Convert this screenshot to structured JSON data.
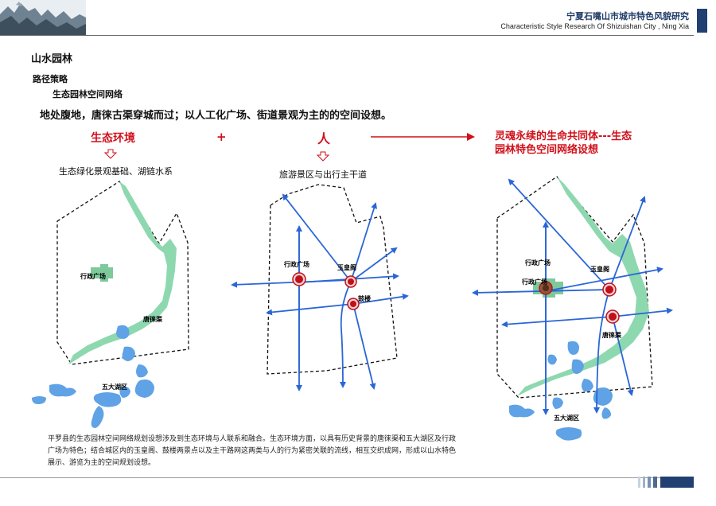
{
  "header": {
    "title": "宁夏石嘴山市城市特色风貌研究",
    "subtitle": "Characteristic  Style Research Of Shizuishan City , Ning Xia",
    "colors": {
      "brand": "#213f71",
      "accent": "#d0101a"
    }
  },
  "section": {
    "title": "山水园林",
    "subtitle": "路径策略",
    "subtitle2": "生态园林空间网络"
  },
  "headline": "地处腹地，唐徕古渠穿城而过；以人工化广场、街道景观为主的的空间设想。",
  "formula": {
    "term1": "生态环境",
    "plus": "+",
    "term2": "人",
    "result_line1": "灵魂永续的生命共同体---生态",
    "result_line2": "园林特色空间网络设想"
  },
  "captions": {
    "eco": "生态绿化景观基础、湖链水系",
    "person": "旅游景区与出行主干道"
  },
  "map1": {
    "labels": {
      "plaza": "行政广场",
      "canal": "唐徕渠",
      "lakes": "五大湖区"
    }
  },
  "map2": {
    "labels": {
      "plaza": "行政广场",
      "yuhuang": "玉皇阁",
      "drum": "鼓楼"
    }
  },
  "map3": {
    "labels": {
      "plaza_top": "行政广场",
      "plaza": "行政广场",
      "yuhuang": "玉皇阁",
      "canal": "唐徕渠",
      "lakes": "五大湖区"
    }
  },
  "body_text": "平罗县的生态园林空间网络规划设想涉及到生态环境与人联系和融合。生态环境方面，以具有历史背景的唐徕渠和五大湖区及行政广场为特色；结合城区内的玉皇阁、鼓楼两景点以及主干路网这两类与人的行为紧密关联的流线，相互交织成网，形成以山水特色展示、游览为主的空间规划设想。",
  "colors": {
    "green": "#8ed8b0",
    "lake": "#5fa2e6",
    "road": "#2a66d6",
    "node": "#c0101a"
  }
}
